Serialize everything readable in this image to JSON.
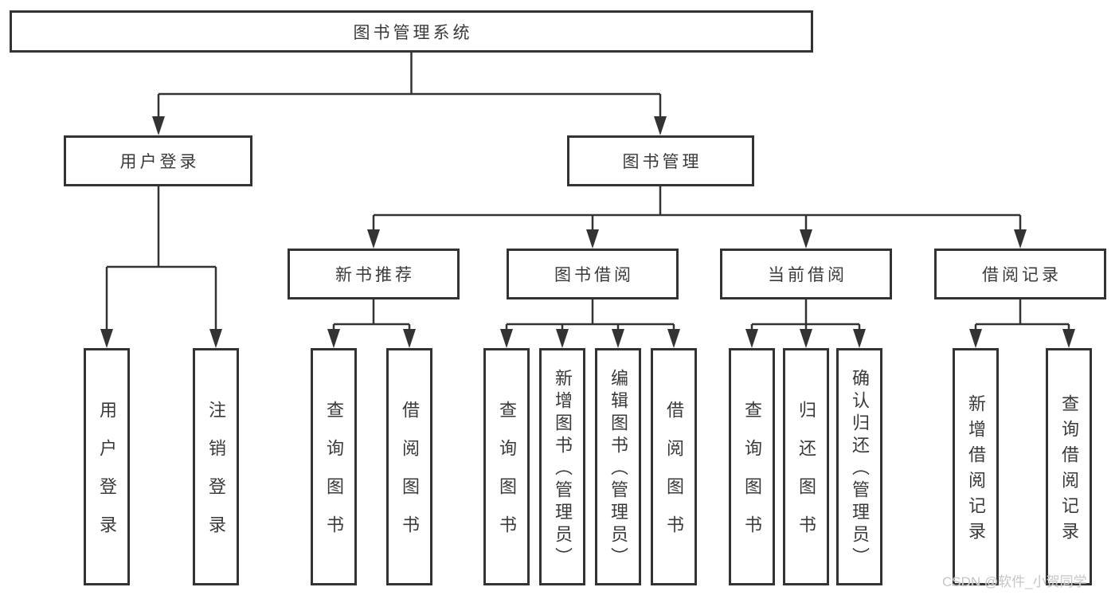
{
  "diagram": {
    "root": {
      "label": "图书管理系统"
    },
    "level2": [
      {
        "label": "用户登录"
      },
      {
        "label": "图书管理"
      }
    ],
    "level3": [
      {
        "label": "新书推荐"
      },
      {
        "label": "图书借阅"
      },
      {
        "label": "当前借阅"
      },
      {
        "label": "借阅记录"
      }
    ],
    "leaves": [
      {
        "label": "用户登录",
        "parent": "用户登录"
      },
      {
        "label": "注销登录",
        "parent": "用户登录"
      },
      {
        "label": "查询图书",
        "parent": "新书推荐"
      },
      {
        "label": "借阅图书",
        "parent": "新书推荐"
      },
      {
        "label": "查询图书",
        "parent": "图书借阅"
      },
      {
        "label": "新增图书（管理员）",
        "parent": "图书借阅"
      },
      {
        "label": "编辑图书（管理员）",
        "parent": "图书借阅"
      },
      {
        "label": "借阅图书",
        "parent": "图书借阅"
      },
      {
        "label": "查询图书",
        "parent": "当前借阅"
      },
      {
        "label": "归还图书",
        "parent": "当前借阅"
      },
      {
        "label": "确认归还（管理员）",
        "parent": "当前借阅"
      },
      {
        "label": "新增借阅记录",
        "parent": "借阅记录"
      },
      {
        "label": "查询借阅记录",
        "parent": "借阅记录"
      }
    ]
  },
  "watermark": {
    "text": "CSDN @软件_小贺同学",
    "color": "#c6c6c6"
  },
  "colors": {
    "line": "#333333",
    "text": "#3a3a3a",
    "background": "#ffffff"
  }
}
